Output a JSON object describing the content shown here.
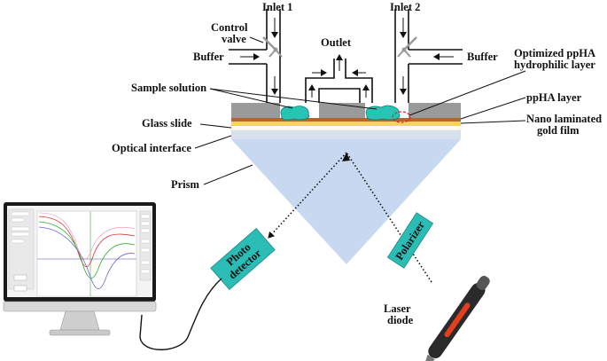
{
  "labels": {
    "inlet1": "Inlet 1",
    "inlet2": "Inlet 2",
    "outlet": "Outlet",
    "control_valve_line1": "Control",
    "control_valve_line2": "valve",
    "buffer_left": "Buffer",
    "buffer_right": "Buffer",
    "optimized_line1": "Optimized ppHA",
    "optimized_line2": "hydrophilic layer",
    "sample_solution": "Sample solution",
    "ppha_layer": "ppHA layer",
    "glass_slide": "Glass slide",
    "gold_line1": "Nano laminated",
    "gold_line2": "gold film",
    "optical_interface": "Optical interface",
    "prism": "Prism",
    "photo_detector_line1": "Photo",
    "photo_detector_line2": "detector",
    "polarizer": "Polarizer",
    "laser_line1": "Laser",
    "laser_line2": "diode"
  },
  "colors": {
    "prism": "#c8d8f0",
    "optical_interface": "#d6e0ee",
    "gold_film": "#f5d45a",
    "ppha_layer": "#b5652e",
    "sample": "#27c4b5",
    "device_block": "#9a9a9a",
    "detector_box": "#2bbdb5",
    "optimized_marker": "#e02020",
    "laser_body": "#2a2a2a",
    "laser_accent": "#e2401d"
  },
  "icons": {
    "valve_left": "valve-icon",
    "valve_right": "valve-icon",
    "monitor": "monitor-icon",
    "laser": "laser-pointer-icon"
  }
}
